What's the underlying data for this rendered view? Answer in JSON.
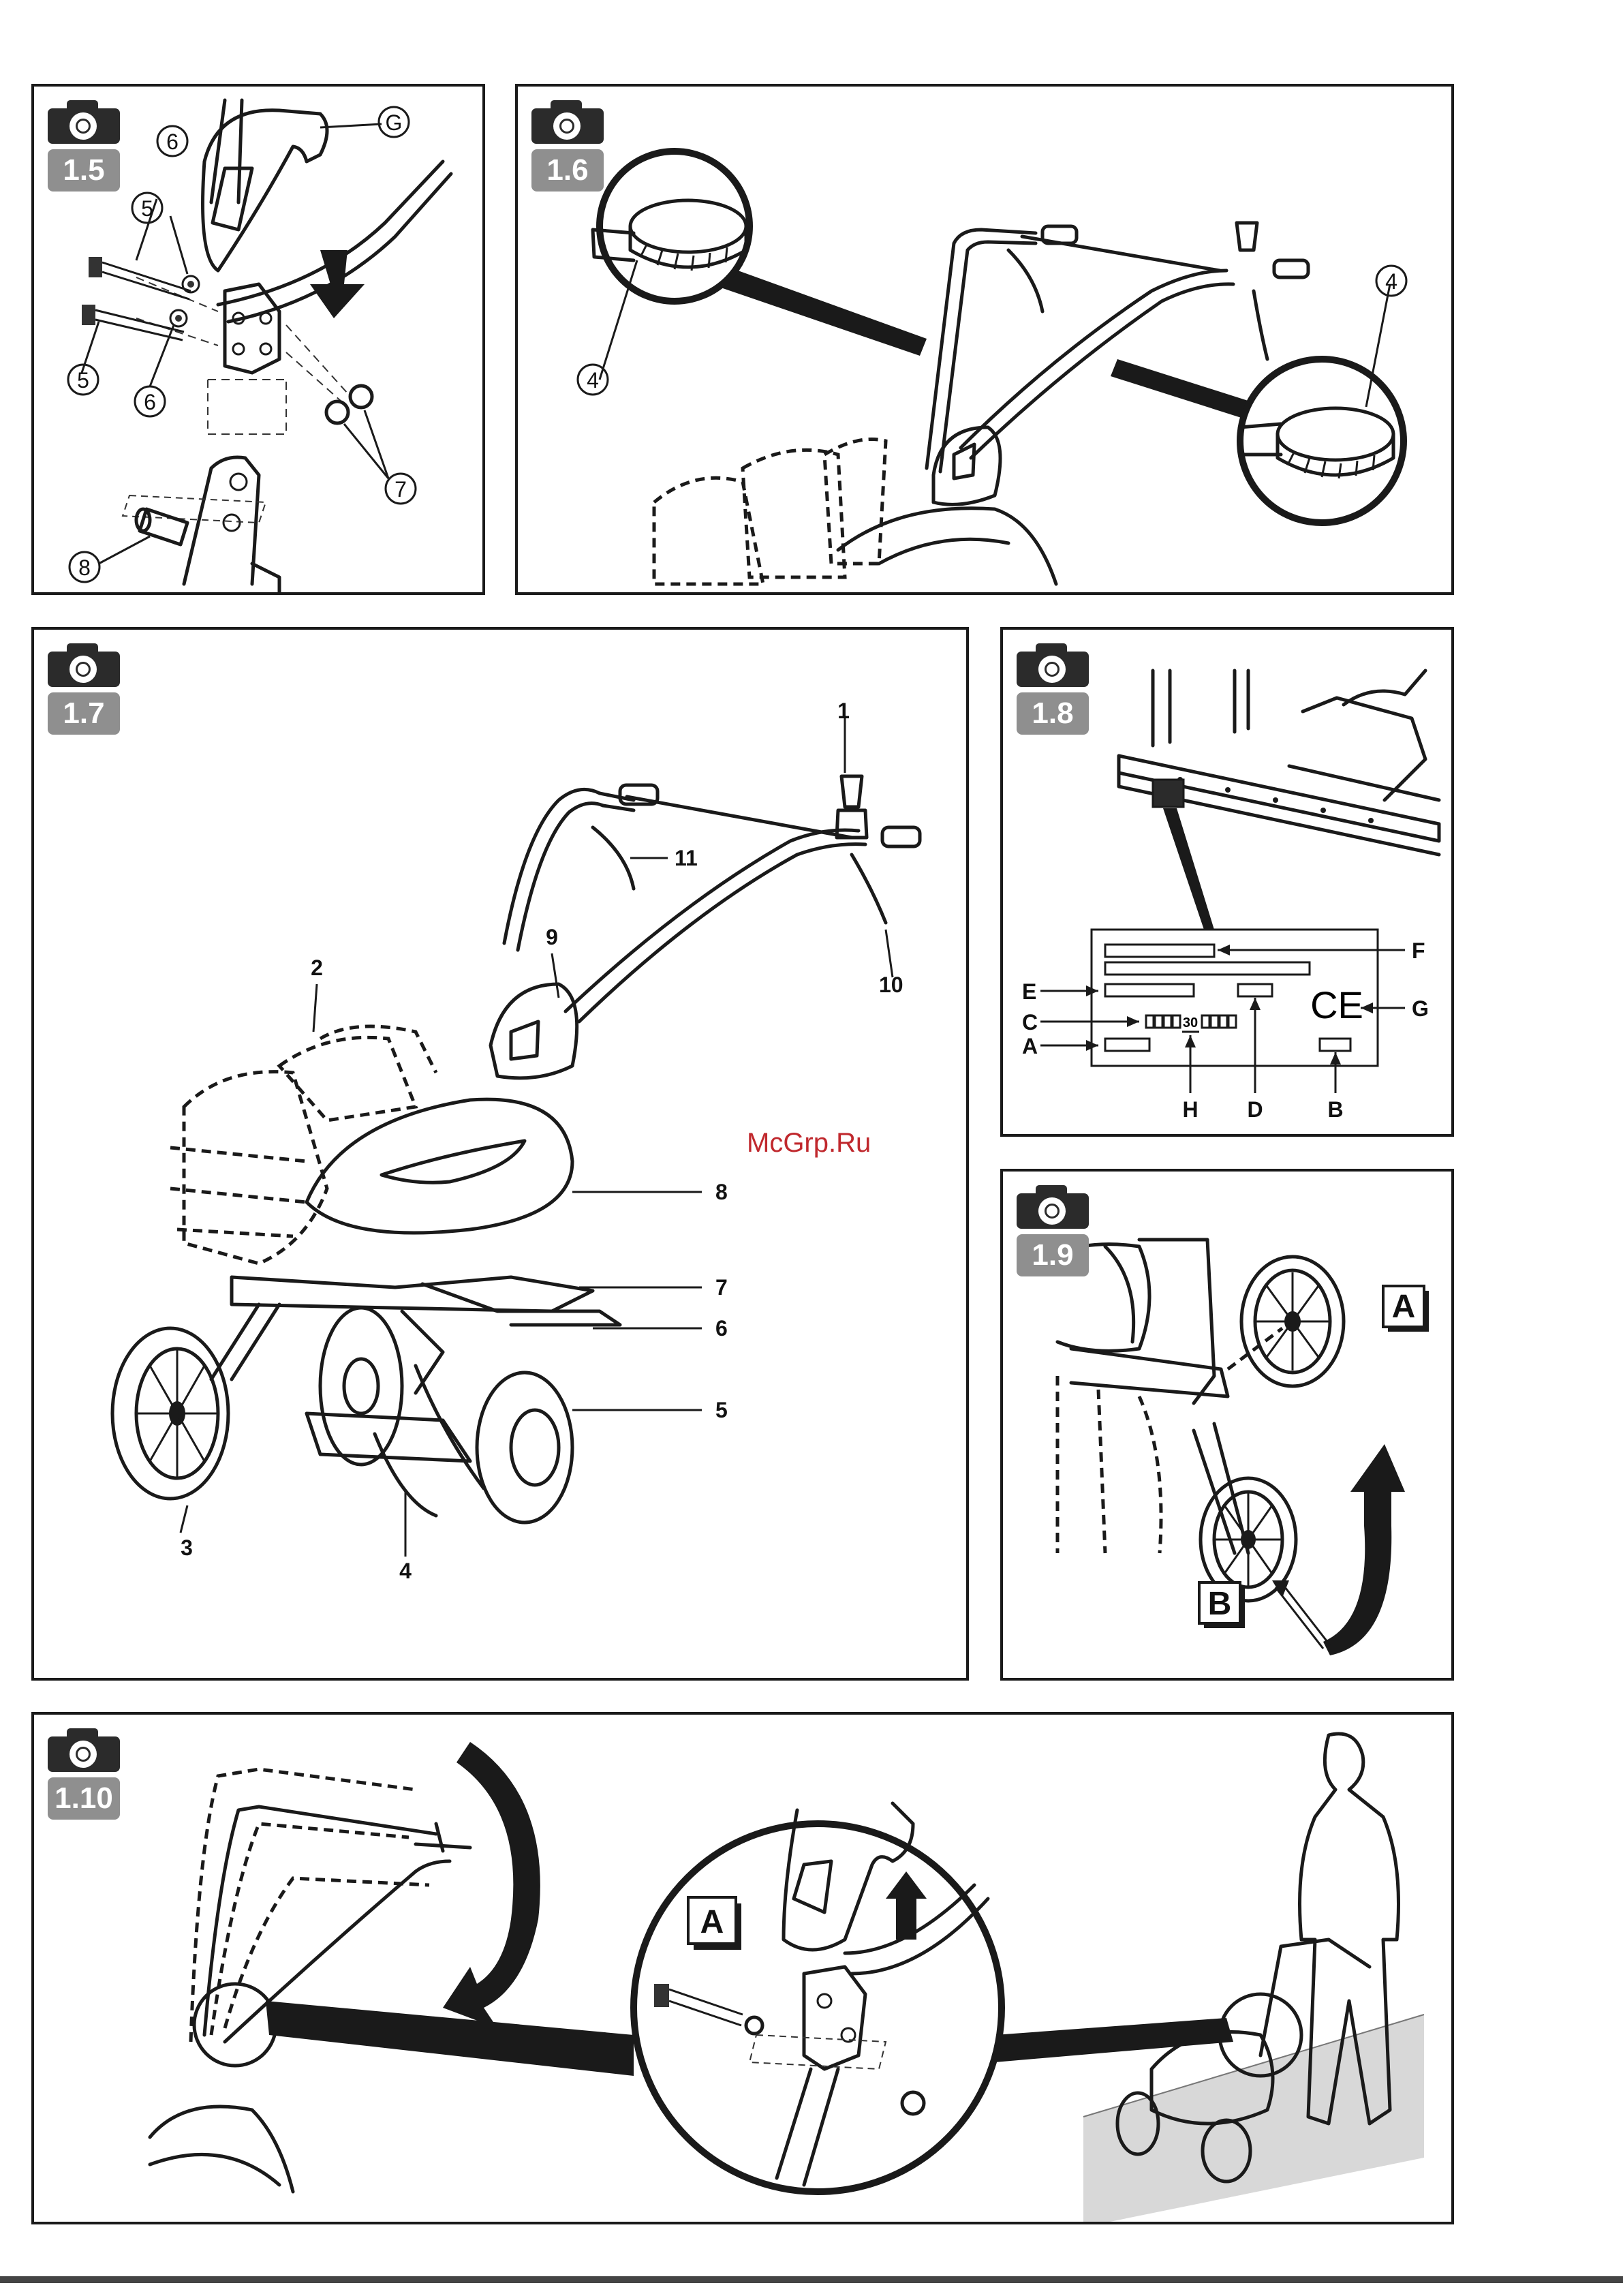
{
  "watermark": "McGrp.Ru",
  "figures": {
    "f15": {
      "number": "1.5",
      "callouts": {
        "six_a": "6",
        "five_a": "5",
        "five_b": "5",
        "six_b": "6",
        "seven": "7",
        "eight": "8",
        "g": "G"
      }
    },
    "f16": {
      "number": "1.6",
      "callouts": {
        "four_a": "4",
        "four_b": "4"
      }
    },
    "f17": {
      "number": "1.7",
      "callouts": {
        "c1": "1",
        "c2": "2",
        "c3": "3",
        "c4": "4",
        "c5": "5",
        "c6": "6",
        "c7": "7",
        "c8": "8",
        "c9": "9",
        "c10": "10",
        "c11": "11"
      }
    },
    "f18": {
      "number": "1.8",
      "labels": {
        "e": "E",
        "c": "C",
        "a": "A",
        "f": "F",
        "g": "G",
        "h": "H",
        "d": "D",
        "b": "B",
        "thirty": "30",
        "ce": "CE"
      }
    },
    "f19": {
      "number": "1.9",
      "labels": {
        "a": "A",
        "b": "B"
      }
    },
    "f110": {
      "number": "1.10",
      "labels": {
        "a": "A"
      }
    }
  }
}
